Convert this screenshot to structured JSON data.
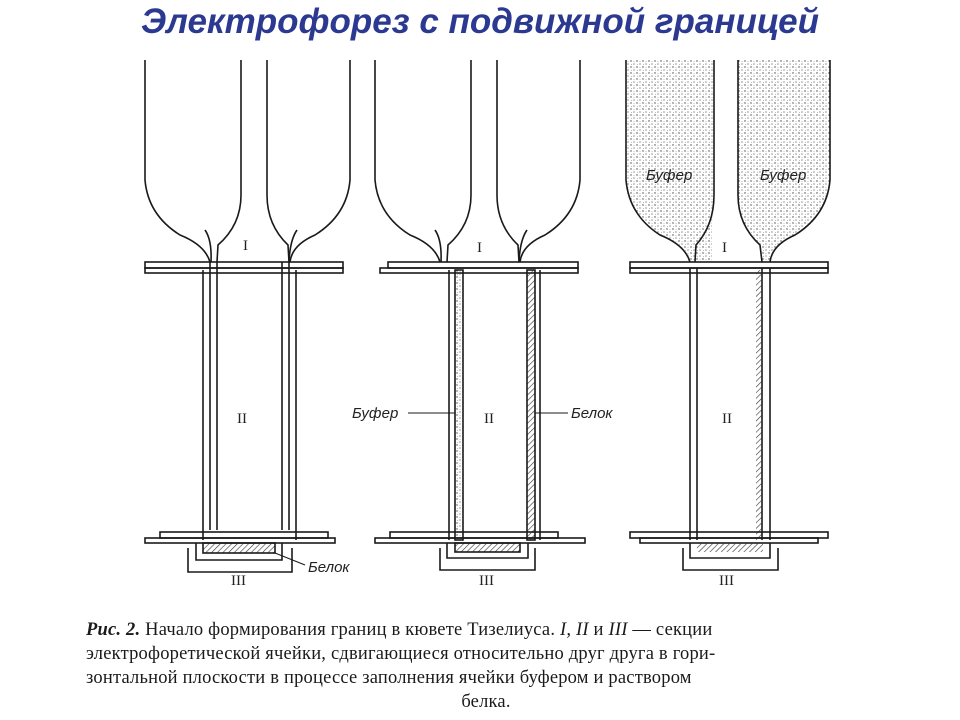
{
  "title": "Электрофорез с подвижной границей",
  "labels": {
    "buffer": "Буфер",
    "protein": "Белок",
    "section1": "I",
    "section2": "II",
    "section3": "III"
  },
  "caption": {
    "fig_label": "Рис. 2.",
    "line1_text": "Начало формирования границ в кювете Тизелиуса.",
    "line1_sections": "I, II",
    "line1_and": "и",
    "line1_section3": "III",
    "line1_end": "— секции",
    "line2": "электрофоретической ячейки, сдвигающиеся относительно друг друга в гори-",
    "line3": "зонтальной плоскости в процессе заполнения ячейки буфером и раствором",
    "line4": "белка."
  },
  "colors": {
    "title": "#2b3990",
    "ink": "#1a1a1a"
  }
}
